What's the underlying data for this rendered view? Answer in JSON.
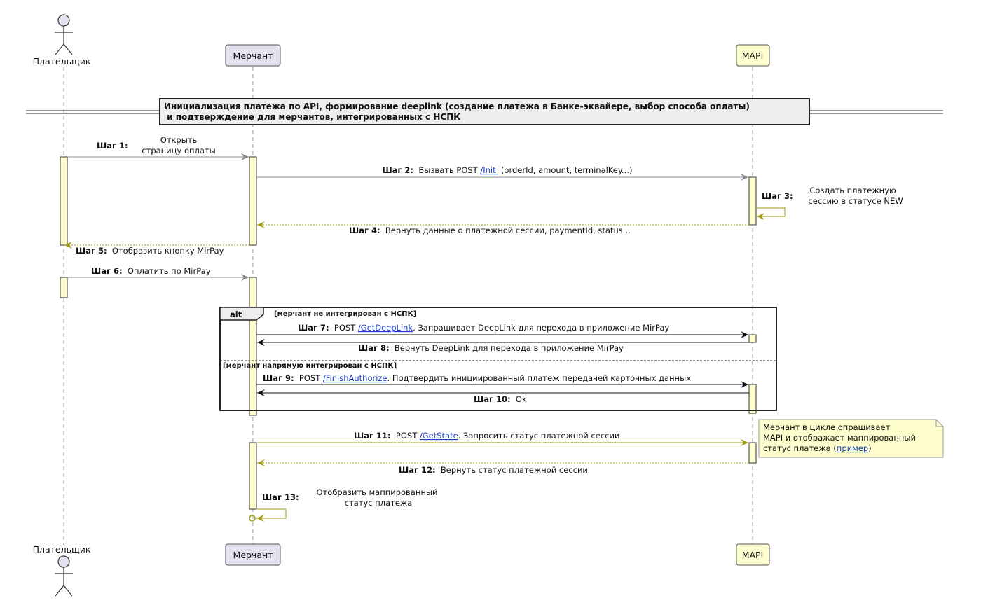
{
  "participants": {
    "payer": "Плательщик",
    "merchant": "Мерчант",
    "mapi": "MAPI"
  },
  "divider": {
    "line1": "Инициализация платежа по API, формирование deeplink (создание платежа в Банке-эквайере, выбор способа оплаты)",
    "line2": " и подтверждение для мерчантов, интегрированных с НСПК"
  },
  "steps": {
    "s1": {
      "tag": "Шаг 1:",
      "line1": "Открыть",
      "line2": "страницу оплаты"
    },
    "s2": {
      "tag": "Шаг 2:",
      "pre": "Вызвать POST ",
      "link": "/Init ",
      "post": " (orderId, amount, terminalKey...)"
    },
    "s3": {
      "tag": "Шаг 3:",
      "line1": "Создать платежную",
      "line2": "сессию в статусе NEW"
    },
    "s4": {
      "tag": "Шаг 4:",
      "text": "Вернуть данные о платежной сессии, paymentId, status..."
    },
    "s5": {
      "tag": "Шаг 5:",
      "text": "Отобразить кнопку MirPay"
    },
    "s6": {
      "tag": "Шаг 6:",
      "text": "Оплатить по MirPay"
    },
    "s7": {
      "tag": "Шаг 7:",
      "pre": "POST ",
      "link": "/GetDeepLink",
      "post": ". Запрашивает DeepLink для перехода в приложение MirPay"
    },
    "s8": {
      "tag": "Шаг 8:",
      "text": "Вернуть DeepLink для перехода в приложение MirPay"
    },
    "s9": {
      "tag": "Шаг 9:",
      "pre": "POST ",
      "link": "/FinishAuthorize",
      "post": ". Подтвердить инициированный платеж передачей карточных данных"
    },
    "s10": {
      "tag": "Шаг 10:",
      "text": "Ok"
    },
    "s11": {
      "tag": "Шаг 11:",
      "pre": "POST ",
      "link": "/GetState",
      "post": ". Запросить статус платежной сессии"
    },
    "s12": {
      "tag": "Шаг 12:",
      "text": "Вернуть статус платежной сессии"
    },
    "s13": {
      "tag": "Шаг 13:",
      "line1": "Отобразить маппированный",
      "line2": "статус платежа"
    }
  },
  "alt": {
    "keyword": "alt",
    "guard1": "[мерчант не интегрирован с НСПК]",
    "guard2": "[мерчант напрямую интегрирован с НСПК]"
  },
  "note": {
    "line1": "Мерчант в цикле опрашивает",
    "line2": "MAPI и отображает маппированный",
    "line3_pre": "статус платежа (",
    "line3_link": "пример",
    "line3_post": ")"
  },
  "colors": {
    "gray_arrow": "#8c8c8c",
    "olive_arrow": "#a09a14",
    "black_arrow": "#111111",
    "participant_fill": "#e2e2f0",
    "mapi_fill": "#fefece",
    "activation_fill": "#fefece",
    "link": "#1a3dc7"
  }
}
